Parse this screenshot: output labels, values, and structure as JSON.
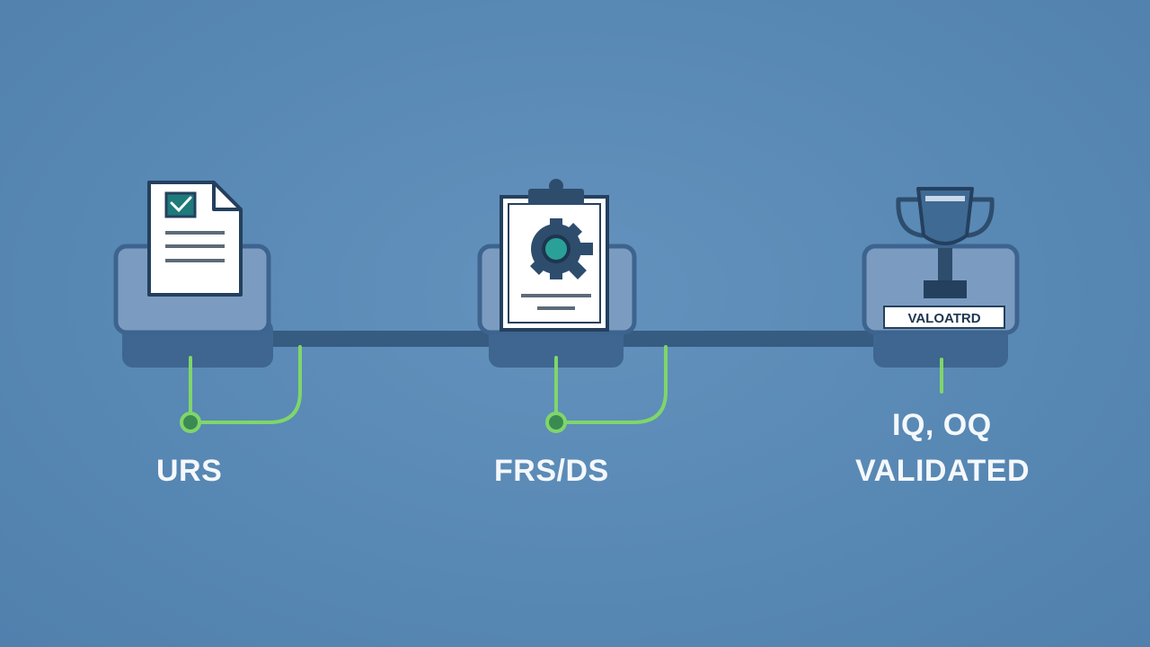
{
  "colors": {
    "background": "#5787b3",
    "tray": "#7b9cc0",
    "tray_shadow": "#3e6690",
    "timeline": "#365c82",
    "connector": "#7fd66a",
    "document": "#ffffff",
    "outline": "#24405e",
    "check_box": "#1f7a7a",
    "gear": "#2e4d6d",
    "gear_center": "#2aa198",
    "label_text": "#f4f8fb"
  },
  "stages": [
    {
      "label": "URS",
      "icon": "document-check-icon"
    },
    {
      "label": "FRS/DS",
      "icon": "clipboard-gear-icon"
    },
    {
      "label_lines": [
        "IQ, OQ",
        "VALIDATED"
      ],
      "icon": "trophy-icon",
      "badge": "VALOATRD"
    }
  ]
}
